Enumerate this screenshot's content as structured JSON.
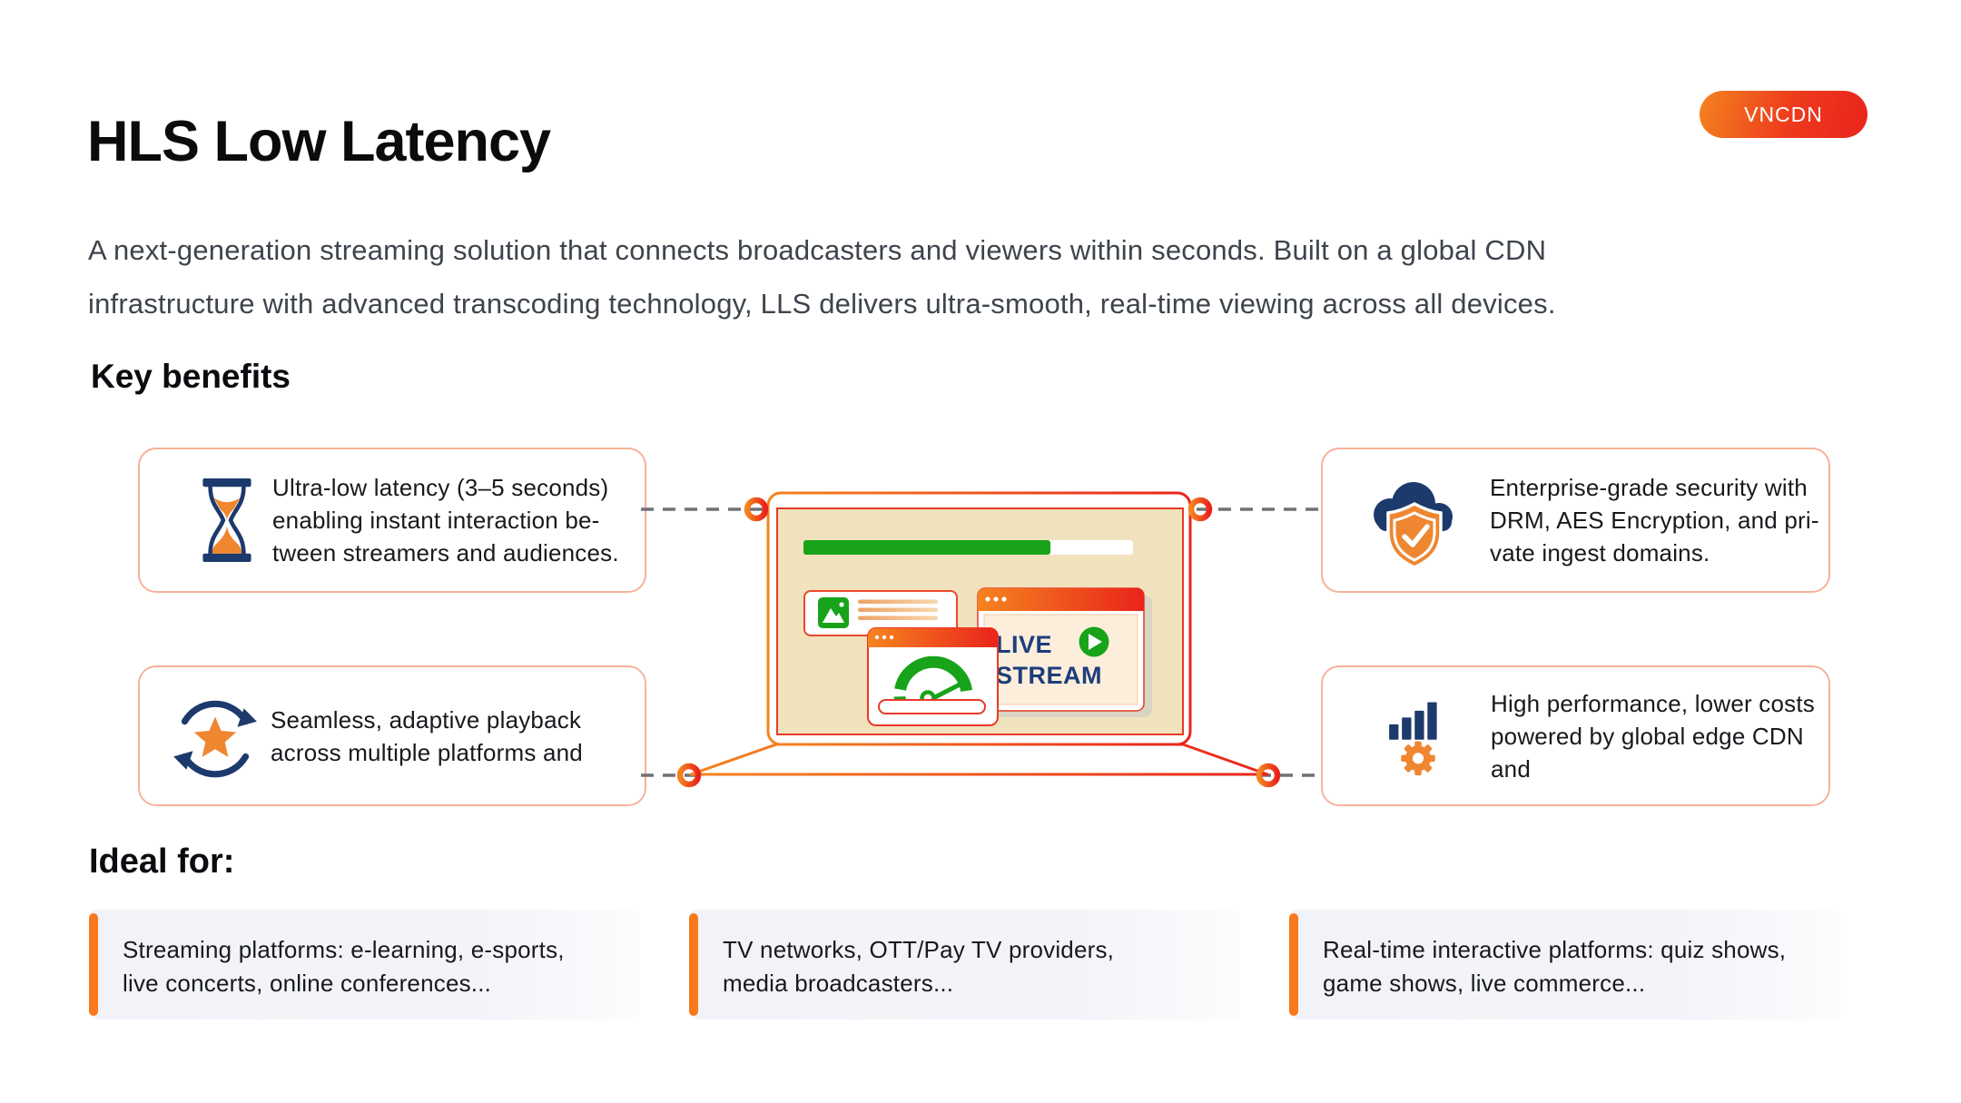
{
  "badge": {
    "label": "VNCDN"
  },
  "header": {
    "title": "HLS Low Latency",
    "description_lines": [
      "A next-generation streaming solution that connects broadcasters and viewers within seconds. Built on a global CDN",
      "infrastructure with advanced transcoding technology, LLS delivers ultra-smooth, real-time viewing across all devices."
    ]
  },
  "key_benefits": {
    "heading": "Key benefits",
    "cards": [
      {
        "icon": "hourglass-icon",
        "lines": [
          "Ultra-low latency (3–5 seconds)",
          "enabling instant interaction be-",
          "tween streamers and audiences."
        ]
      },
      {
        "icon": "adaptive-playback-icon",
        "lines": [
          "Seamless, adaptive playback",
          "across multiple platforms and"
        ]
      },
      {
        "icon": "cloud-shield-icon",
        "lines": [
          "Enterprise-grade security with",
          "DRM, AES Encryption, and pri-",
          "vate ingest domains."
        ]
      },
      {
        "icon": "performance-gear-icon",
        "lines": [
          "High performance, lower costs",
          "powered by global edge CDN and"
        ]
      }
    ]
  },
  "illustration": {
    "live_label": "LIVE",
    "stream_label": "STREAM"
  },
  "ideal_for": {
    "heading": "Ideal for:",
    "items": [
      {
        "lines": [
          "Streaming platforms: e-learning, e-sports,",
          "live concerts, online conferences..."
        ]
      },
      {
        "lines": [
          "TV networks, OTT/Pay TV providers,",
          "media broadcasters..."
        ]
      },
      {
        "lines": [
          "Real-time interactive platforms: quiz shows,",
          "game shows, live commerce..."
        ]
      }
    ]
  },
  "colors": {
    "accent_orange": "#F4831F",
    "accent_red": "#E9241B",
    "navy": "#1C3A6C",
    "green": "#18A31B",
    "card_border_salmon": "#F7B29A",
    "screen_beige": "#F1E2BE",
    "ideal_bar_orange": "#F8791B",
    "dash_gray": "#6E7176",
    "live_text_navy": "#1C3E7B"
  }
}
